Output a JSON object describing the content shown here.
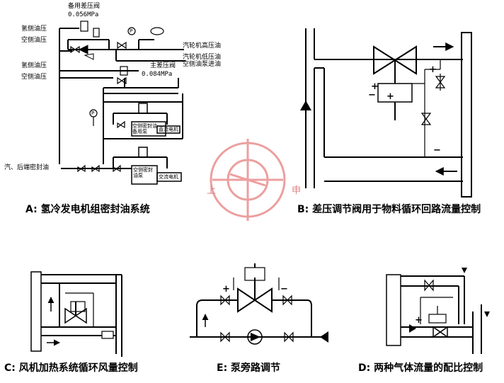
{
  "colors": {
    "line": "#000000",
    "watermark": "#e06060"
  },
  "watermark": {
    "left_char": "上",
    "right_char": "申"
  },
  "panel_a": {
    "label_backup_valve": "备用差压阀",
    "backup_pressure": "0.056MPa",
    "label_h2_oil_pressure_1": "氢侧油压",
    "label_air_oil_pressure_1": "空侧油压",
    "label_h2_oil_pressure_2": "氢侧油压",
    "label_air_oil_pressure_2": "空侧油压",
    "label_main_valve": "主差压阀",
    "main_pressure": "0.084MPa",
    "label_turbine_hp_oil": "汽轮机高压油",
    "label_turbine_lp_oil": "汽轮机低压油",
    "label_air_pump_inlet": "空侧油泵进油",
    "label_backup_pump": "空侧密封油备用泵",
    "label_dc_motor": "直流电机",
    "label_seal_oil": "汽、后端密封油",
    "label_main_pump": "空侧密封油泵",
    "label_ac_motor": "交流电机",
    "gauge_p": "P",
    "caption": "A: 氢冷发电机组密封油系统"
  },
  "panel_b": {
    "plus_1": "+",
    "minus_1": "−",
    "plus_2": "+",
    "minus_2": "−",
    "plus_3": "+",
    "caption": "B: 差压调节阀用于物料循环回路流量控制"
  },
  "panel_c": {
    "caption": "C: 风机加热系统循环风量控制"
  },
  "panel_e": {
    "plus": "+",
    "minus": "−",
    "caption": "E: 泵旁路调节"
  },
  "panel_d": {
    "plus": "+",
    "minus": "−",
    "caption": "D: 两种气体流量的配比控制"
  }
}
